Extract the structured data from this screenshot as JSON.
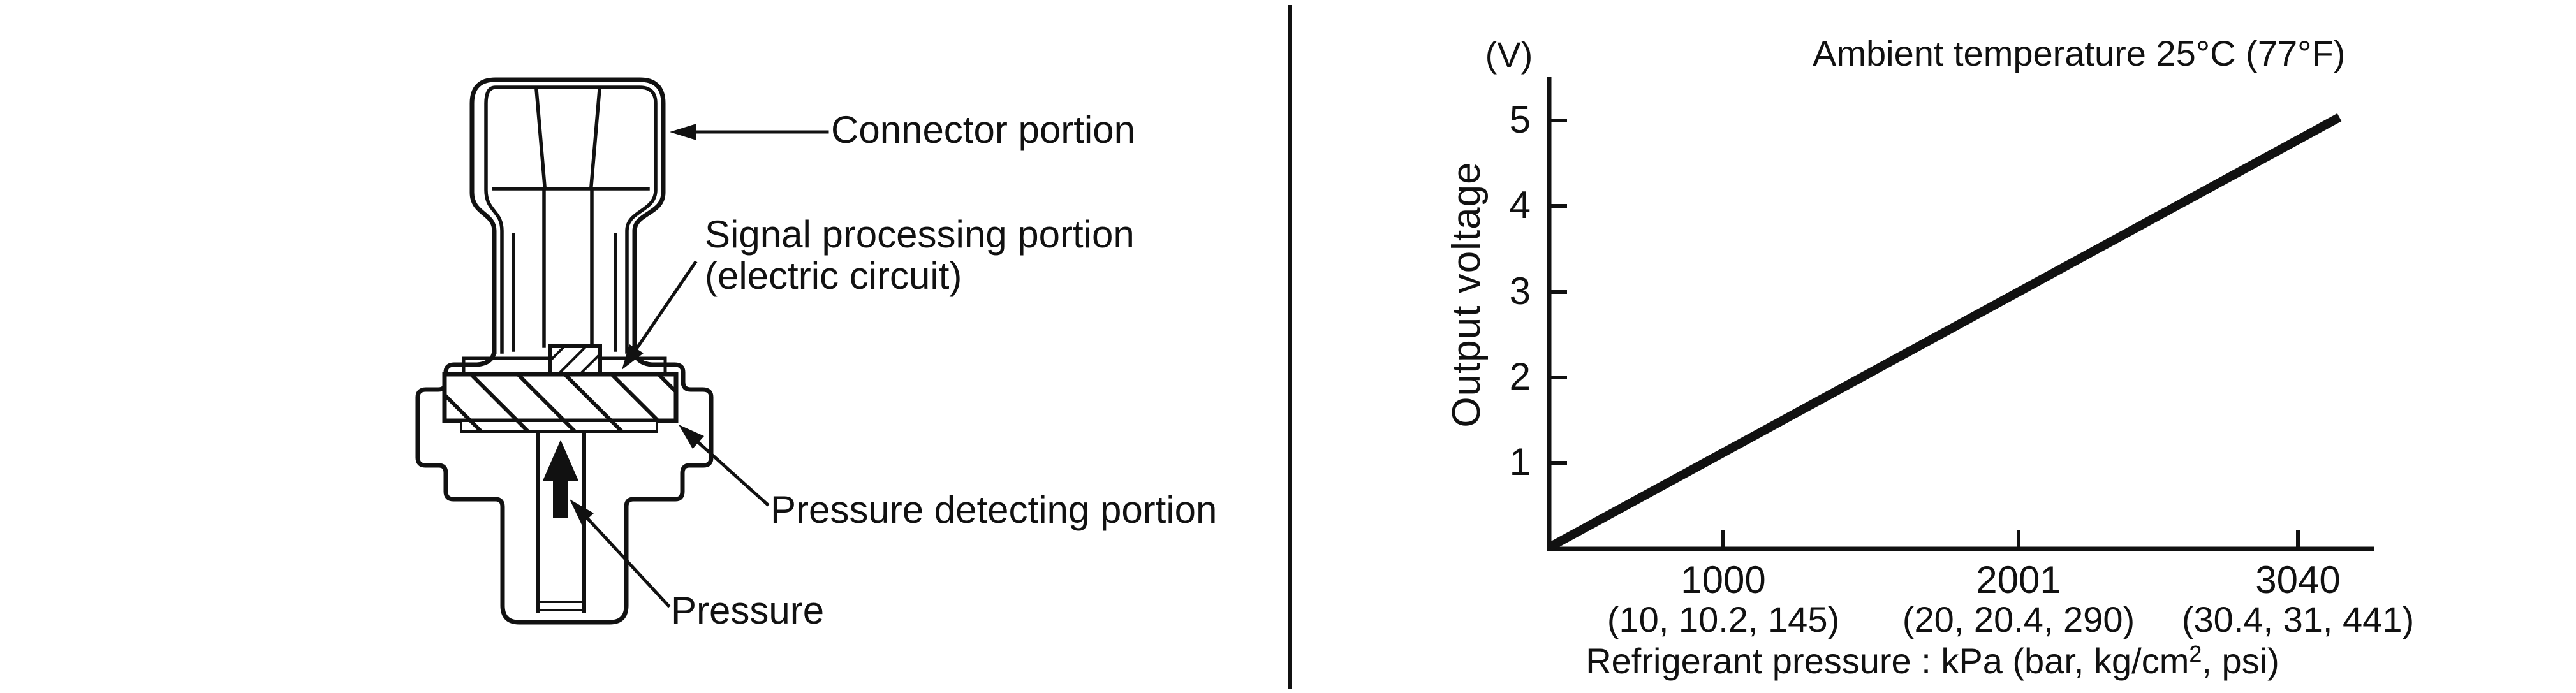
{
  "figure": {
    "sensor": {
      "connector_label": "Connector portion",
      "signal_label_line1": "Signal processing portion",
      "signal_label_line2": "(electric circuit)",
      "pressure_detecting_label": "Pressure detecting portion",
      "pressure_label": "Pressure"
    },
    "chart": {
      "unit_label": "(V)",
      "title": "Ambient temperature 25°C (77°F)",
      "y_axis_label": "Output voltage",
      "y_tick_labels": [
        "5",
        "4",
        "3",
        "2",
        "1"
      ],
      "x_tick_labels": [
        "1000",
        "2001",
        "3040"
      ],
      "x_conversion_labels": [
        "(10, 10.2, 145)",
        "(20, 20.4, 290)",
        "(30.4, 31, 441)"
      ],
      "x_axis_label_prefix": "Refrigerant pressure : kPa (bar, kg/cm",
      "x_axis_label_sup": "2",
      "x_axis_label_suffix": ", psi)"
    }
  },
  "chart_data": {
    "type": "line",
    "title": "Ambient temperature 25°C (77°F)",
    "xlabel": "Refrigerant pressure : kPa (bar, kg/cm2, psi)",
    "ylabel": "Output voltage (V)",
    "ylim": [
      0,
      5
    ],
    "x_ticks_kpa": [
      1000,
      2001,
      3040
    ],
    "x_tick_conversions_bar_kgcm2_psi": [
      [
        10,
        10.2,
        145
      ],
      [
        20,
        20.4,
        290
      ],
      [
        30.4,
        31,
        441
      ]
    ],
    "grid": false,
    "legend": false,
    "series": [
      {
        "name": "Output voltage vs refrigerant pressure",
        "points": [
          [
            0,
            0
          ],
          [
            3200,
            5
          ]
        ],
        "note": "single straight line rising from the axis origin to 5 V at the right end of the axis (approximate read-off; chart is schematic)"
      }
    ]
  }
}
